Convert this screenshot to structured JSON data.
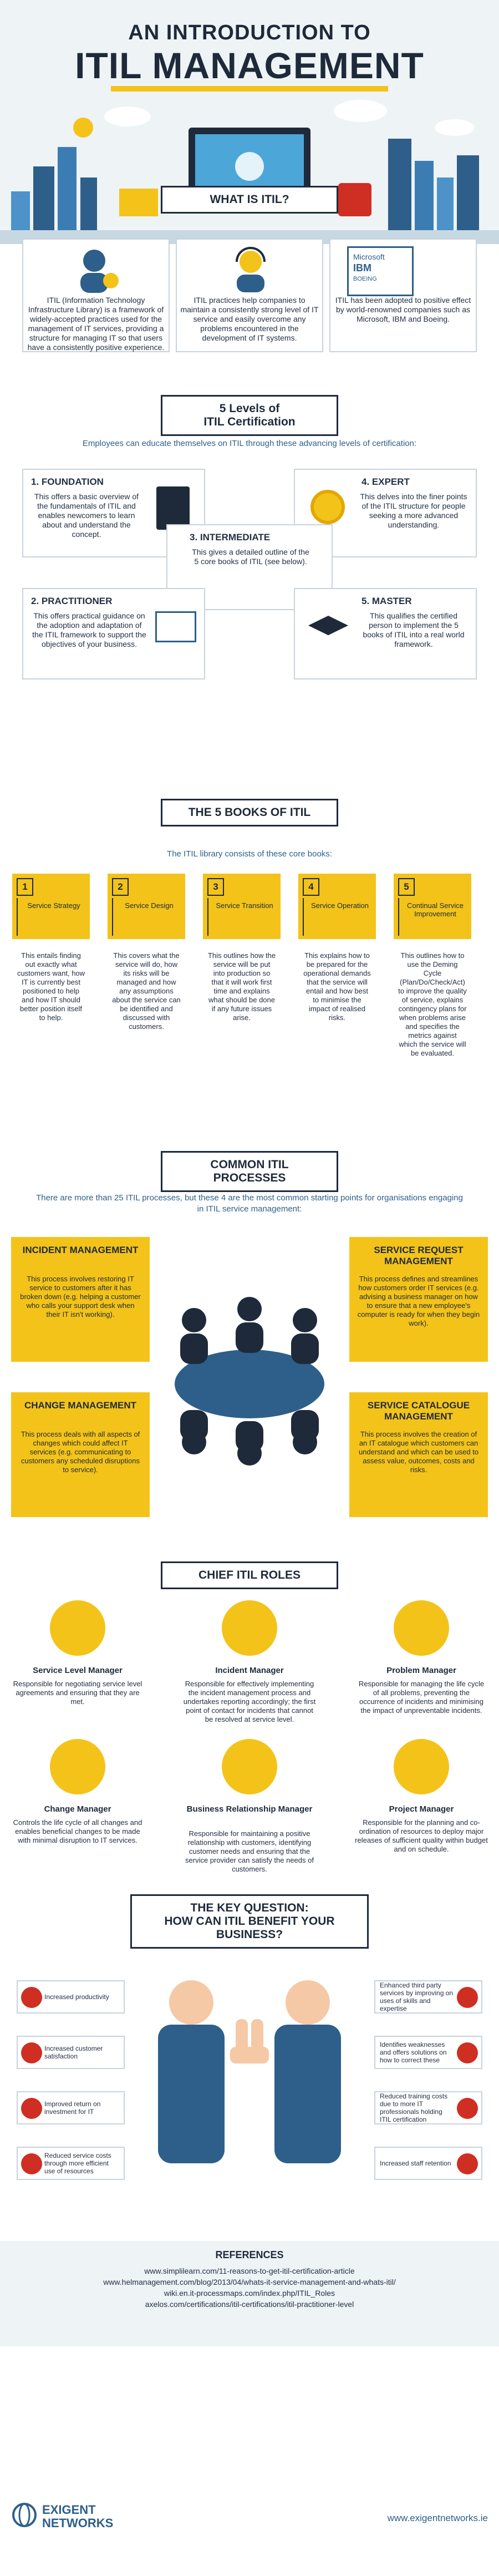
{
  "header": {
    "title_line1": "AN INTRODUCTION TO",
    "title_line2": "ITIL MANAGEMENT"
  },
  "what": {
    "heading": "WHAT IS ITIL?",
    "cards": [
      {
        "text": "ITIL (Information Technology Infrastructure Library) is a framework of widely-accepted practices used for the management of IT services, providing a structure for managing IT so that users have a consistently positive experience."
      },
      {
        "text": "ITIL practices help companies to maintain a consistently strong level of IT service and easily overcome any problems encountered in the development of IT systems."
      },
      {
        "text": "ITIL has been adopted to positive effect by world-renowned companies such as Microsoft, IBM and Boeing."
      }
    ],
    "logos": [
      "Microsoft",
      "IBM",
      "BOEING"
    ]
  },
  "levels": {
    "heading_line1": "5 Levels of",
    "heading_line2": "ITIL Certification",
    "intro": "Employees can educate themselves on ITIL through these advancing levels of certification:",
    "items": [
      {
        "title": "1. FOUNDATION",
        "text": "This offers a basic overview of the fundamentals of ITIL and enables newcomers to learn about and understand the concept."
      },
      {
        "title": "2. PRACTITIONER",
        "text": "This offers practical guidance on the adoption and adaptation of the ITIL framework to support the objectives of your business."
      },
      {
        "title": "3. INTERMEDIATE",
        "text": "This gives a detailed outline of the 5 core books of ITIL (see below)."
      },
      {
        "title": "4. EXPERT",
        "text": "This delves into the finer points of the ITIL structure for people seeking a more advanced understanding."
      },
      {
        "title": "5. MASTER",
        "text": "This qualifies the certified person to implement the 5 books of ITIL into a real world framework."
      }
    ]
  },
  "books": {
    "heading": "THE 5 BOOKS OF ITIL",
    "intro": "The ITIL library consists of these core books:",
    "items": [
      {
        "num": "1",
        "label": "Service Strategy",
        "text": "This entails finding out exactly what customers want, how IT is currently best positioned to help and how IT should better position itself to help."
      },
      {
        "num": "2",
        "label": "Service Design",
        "text": "This covers what the service will do, how its risks will be managed and how any assumptions about the service can be identified and discussed with customers."
      },
      {
        "num": "3",
        "label": "Service Transition",
        "text": "This outlines how the service will be put into production so that it will work first time and explains what should be done if any future issues arise."
      },
      {
        "num": "4",
        "label": "Service Operation",
        "text": "This explains how to be prepared for the operational demands that the service will entail and how best to minimise the impact of realised risks."
      },
      {
        "num": "5",
        "label": "Continual Service Improvement",
        "text": "This outlines how to use the Deming Cycle (Plan/Do/Check/Act) to improve the quality of service, explains contingency plans for when problems arise and specifies the metrics against which the service will be evaluated."
      }
    ]
  },
  "processes": {
    "heading_line1": "COMMON ITIL",
    "heading_line2": "PROCESSES",
    "intro": "There are more than 25 ITIL processes, but these 4 are the most common starting points for organisations engaging in ITIL service management:",
    "items": [
      {
        "title": "INCIDENT MANAGEMENT",
        "text": "This process involves restoring IT service to customers after it has broken down (e.g. helping a customer who calls your support desk when their IT isn't working)."
      },
      {
        "title": "SERVICE REQUEST MANAGEMENT",
        "text": "This process defines and streamlines how customers order IT services (e.g. advising a business manager on how to ensure that a new employee's computer is ready for when they begin work)."
      },
      {
        "title": "CHANGE MANAGEMENT",
        "text": "This process deals with all aspects of changes which could affect IT services (e.g. communicating to customers any scheduled disruptions to service)."
      },
      {
        "title": "SERVICE CATALOGUE MANAGEMENT",
        "text": "This process involves the creation of an IT catalogue which customers can understand and which can be used to assess value, outcomes, costs and risks."
      }
    ]
  },
  "roles": {
    "heading": "CHIEF ITIL ROLES",
    "items": [
      {
        "title": "Service Level Manager",
        "text": "Responsible for negotiating service level agreements and ensuring that they are met."
      },
      {
        "title": "Incident Manager",
        "text": "Responsible for effectively implementing the incident management process and undertakes reporting accordingly; the first point of contact for incidents that cannot be resolved at service level."
      },
      {
        "title": "Problem Manager",
        "text": "Responsible for managing the life cycle of all problems, preventing the occurrence of incidents and minimising the impact of unpreventable incidents."
      },
      {
        "title": "Change  Manager",
        "text": "Controls the life cycle of all changes and enables beneficial changes to be made with minimal disruption to IT services."
      },
      {
        "title": "Business Relationship Manager",
        "text": "Responsible for maintaining a positive relationship with customers, identifying customer needs and ensuring that the service provider can satisfy the needs of customers."
      },
      {
        "title": "Project Manager",
        "text": "Responsible for the planning and co-ordination of resources to deploy major releases of sufficient quality within budget and on schedule."
      }
    ]
  },
  "benefits": {
    "heading_line1": "THE KEY QUESTION:",
    "heading_line2": "HOW CAN ITIL BENEFIT YOUR",
    "heading_line3": "BUSINESS?",
    "left": [
      "Increased productivity",
      "Increased customer satisfaction",
      "Improved return on investment for IT",
      "Reduced service costs through more efficient use of resources"
    ],
    "right": [
      "Enhanced third party services by improving on uses of skills and expertise",
      "Identifies weaknesses and offers solutions on how to correct these",
      "Reduced training costs due to more IT professionals holding ITIL certification",
      "Increased staff retention"
    ]
  },
  "references": {
    "heading": "REFERENCES",
    "lines": [
      "www.simplilearn.com/11-reasons-to-get-itil-certification-article",
      "www.helmanagement.com/blog/2013/04/whats-it-service-management-and-whats-itil/",
      "wiki.en.it-processmaps.com/index.php/ITIL_Roles",
      "axelos.com/certifications/itil-certifications/itil-practitioner-level"
    ]
  },
  "footer": {
    "brand_line1": "EXIGENT",
    "brand_line2": "NETWORKS",
    "website": "www.exigentnetworks.ie"
  },
  "colors": {
    "yellow": "#f3c319",
    "navy": "#1e2a3a",
    "red": "#cf2e22",
    "blue": "#2d5f8a"
  }
}
